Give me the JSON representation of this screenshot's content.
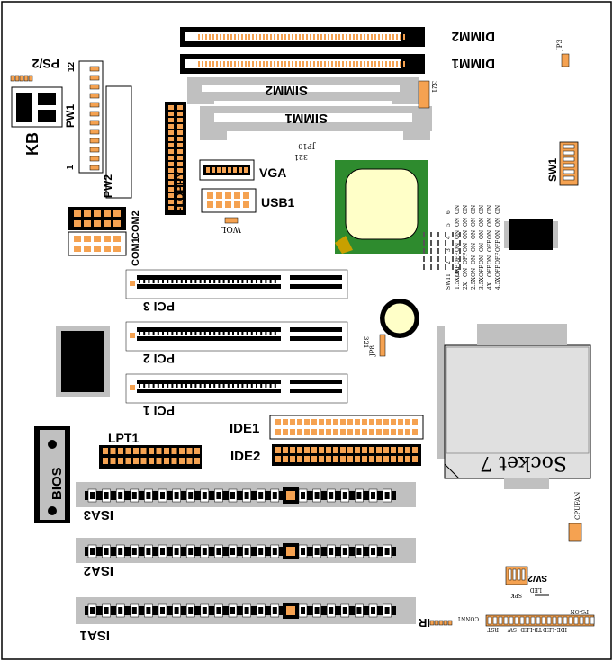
{
  "labels": {
    "dimm2": "DIMM2",
    "dimm1": "DIMM1",
    "simm2": "SIMM2",
    "simm1": "SIMM1",
    "ps2": "PS/2",
    "kb": "KB",
    "pw1": "PW1",
    "pw1_pin12": "12",
    "pw1_pin1": "1",
    "pw2": "PW2",
    "floppy": "FLOPPY",
    "vga": "VGA",
    "usb1": "USB1",
    "com1": "COM1",
    "com2": "COM2",
    "wol": "WOL",
    "pci3": "PCI 3",
    "pci2": "PCI 2",
    "pci1": "PCI 1",
    "ide1": "IDE1",
    "ide2": "IDE2",
    "lpt1": "LPT1",
    "bios": "BIOS",
    "isa3": "ISA3",
    "isa2": "ISA2",
    "isa1": "ISA1",
    "ir": "IR",
    "socket7": "Socket 7",
    "sw1": "SW1",
    "sw2": "SW2",
    "cpufan": "CPUFAN",
    "jp3": "JP3",
    "jp8": "JP8",
    "jp10": "JP10",
    "jp_pins_321": "321",
    "conn": "CONN1",
    "rst": "RST",
    "sw_label": "SW",
    "tb_led": "TB-LED",
    "ide_led": "IDE-LED",
    "ps_on": "PS-ON",
    "spk": "SPK",
    "led": "LED"
  },
  "sw1_table": {
    "header": [
      "SW1",
      "1",
      "2",
      "3",
      "4",
      "5",
      "6"
    ],
    "rows": [
      [
        "1.5X/3X",
        "OFF",
        "OFF",
        "ON",
        "ON",
        "ON",
        "ON"
      ],
      [
        "2X",
        "ON",
        "OFF",
        "ON",
        "ON",
        "ON",
        "ON"
      ],
      [
        "2.5X",
        "ON",
        "ON",
        "ON",
        "ON",
        "ON",
        "ON"
      ],
      [
        "3.5X",
        "OFF",
        "ON",
        "ON",
        "ON",
        "ON",
        "ON"
      ],
      [
        "4X",
        "OFF",
        "ON",
        "OFF",
        "ON",
        "ON",
        "ON"
      ],
      [
        "4.5X",
        "OFF",
        "OFF",
        "OFF",
        "ON",
        "ON",
        "ON"
      ]
    ]
  },
  "colors": {
    "pin_orange": "#f5a251",
    "slot_gray": "#c0c0c0",
    "chip_green": "#2e8b2e",
    "chip_yellow": "#ffffc8",
    "black": "#000000"
  }
}
